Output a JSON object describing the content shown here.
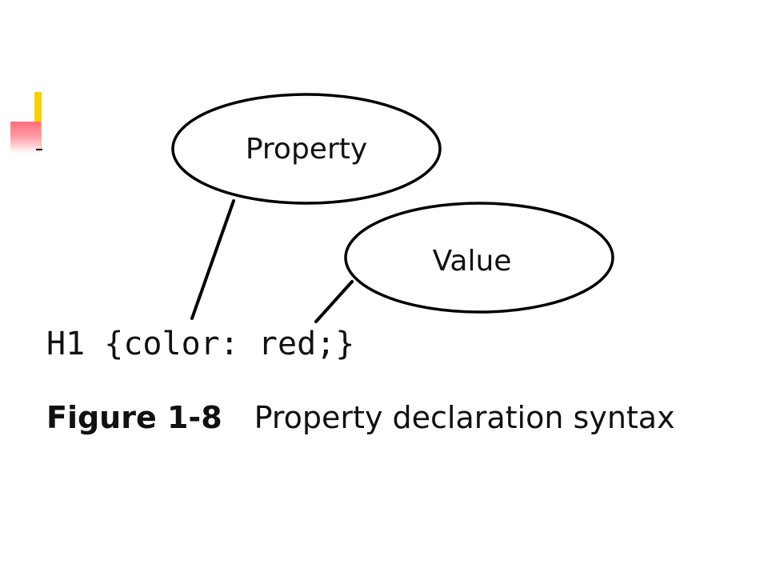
{
  "slide": {
    "accent_colors": {
      "bar": "#f6d000",
      "square": "#ff6e7e"
    }
  },
  "diagram": {
    "property_label": "Property",
    "value_label": "Value",
    "code": "H1 {color: red;}"
  },
  "caption": {
    "number": "Figure 1-8",
    "text": "Property declaration syntax"
  }
}
